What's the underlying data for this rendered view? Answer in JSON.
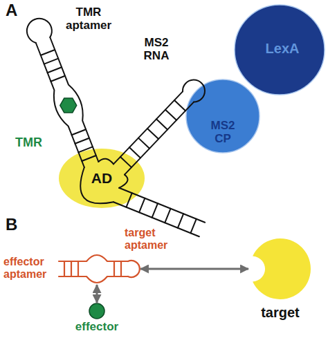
{
  "diagram": {
    "nodes": [
      {
        "text": [
          "AD"
        ]
      },
      {
        "text": [
          "MS2 CP"
        ]
      },
      {
        "text": [
          "LexA"
        ]
      },
      {
        "text": [
          "effector aptamer",
          "target aptamer"
        ]
      },
      {
        "text": [
          "target"
        ]
      },
      {
        "text": [
          "effector"
        ]
      }
    ],
    "edges": [
      {
        "from": 3,
        "to": 4,
        "arrow": "both"
      },
      {
        "from": 3,
        "to": 5,
        "arrow": "both"
      }
    ],
    "labels": [
      "A",
      "TMR aptamer",
      "MS2 RNA",
      "TMR",
      "B"
    ]
  }
}
